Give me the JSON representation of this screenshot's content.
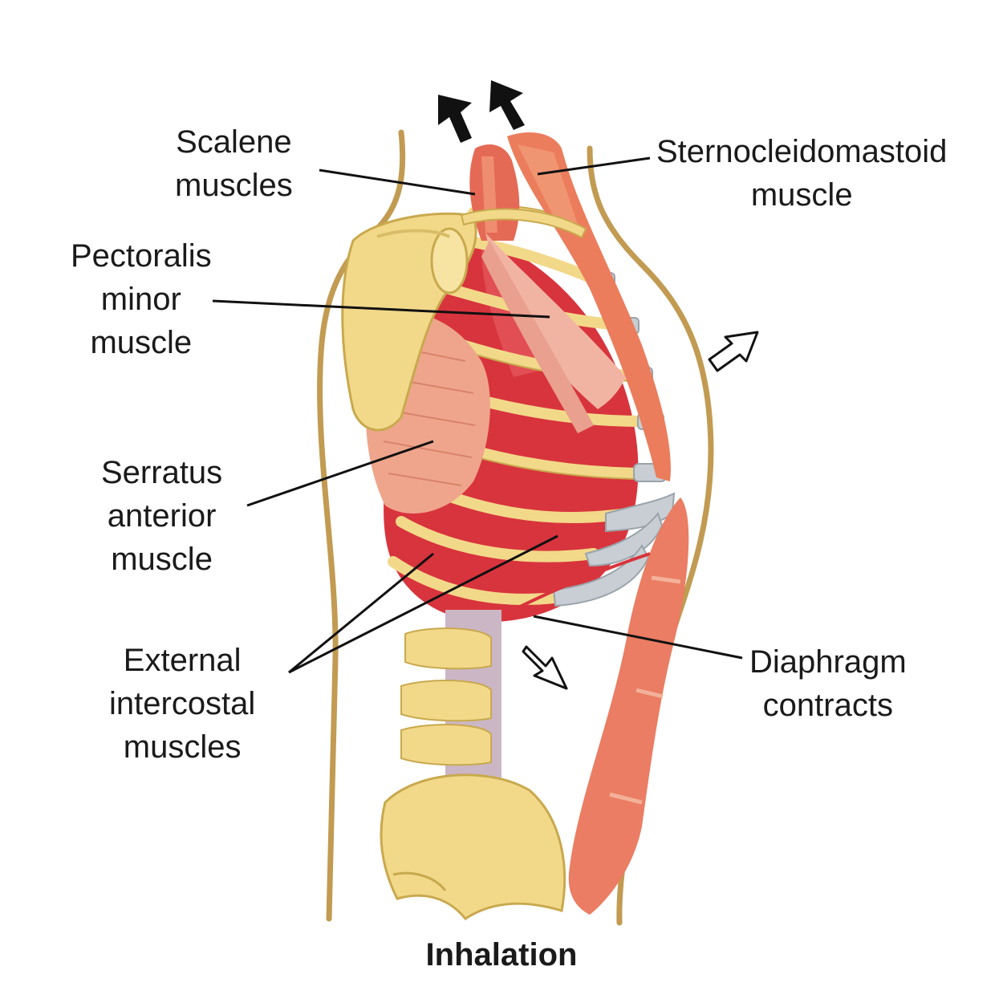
{
  "labels": {
    "scalene": [
      "Scalene",
      "muscles"
    ],
    "sternocleidomastoid": [
      "Sternocleidomastoid",
      "muscle"
    ],
    "pectoralis_minor": [
      "Pectoralis",
      "minor",
      "muscle"
    ],
    "serratus_anterior": [
      "Serratus",
      "anterior",
      "muscle"
    ],
    "external_intercostal": [
      "External",
      "intercostal",
      "muscles"
    ],
    "diaphragm": [
      "Diaphragm",
      "contracts"
    ]
  },
  "caption": "Inhalation",
  "colors": {
    "bone": "#f2d98a",
    "bone_edge": "#c9a94e",
    "muscle_red": "#d8343d",
    "muscle_light": "#eba27f",
    "cartilage": "#c8ced3",
    "body_outline": "#c29b52",
    "spine_disc": "#cbb6c6"
  }
}
